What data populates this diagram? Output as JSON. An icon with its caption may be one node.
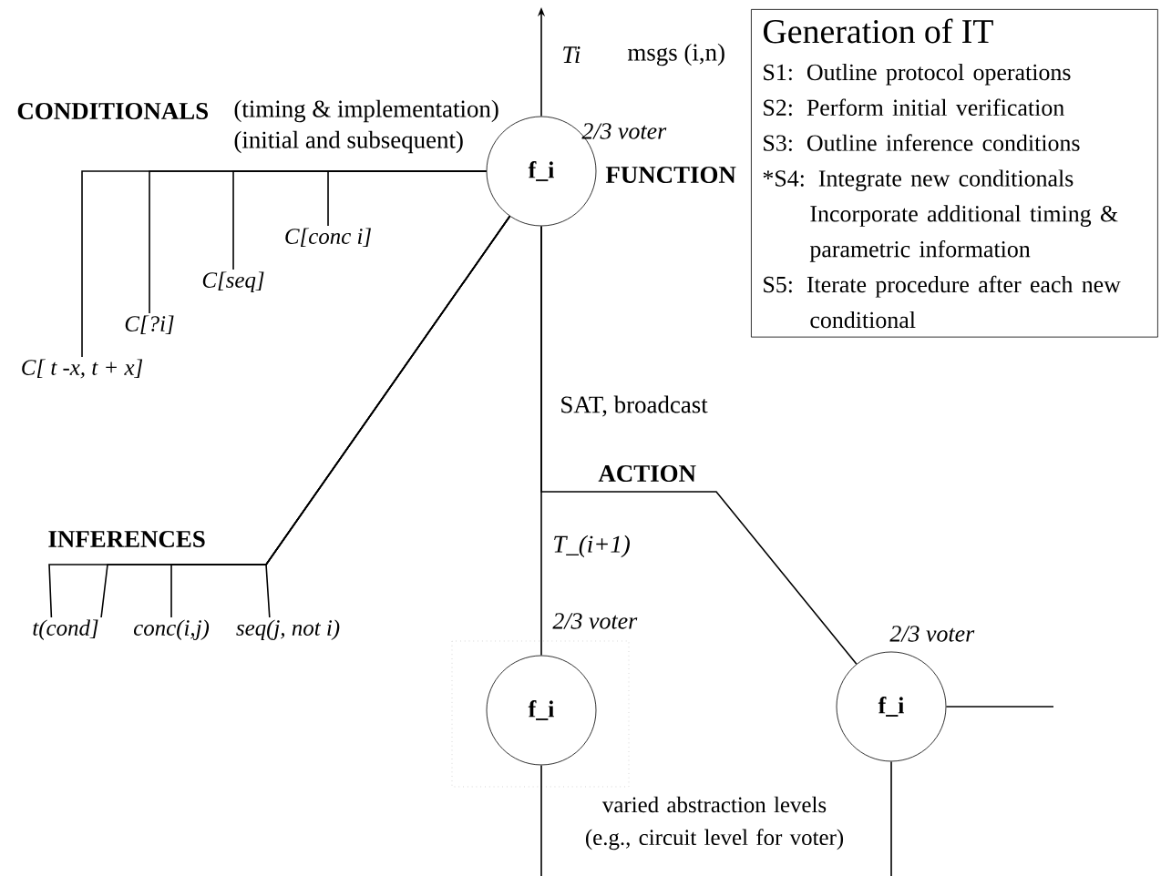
{
  "diagram": {
    "nodes": [
      {
        "text": [
          "f_i"
        ],
        "beside": [
          "2/3 voter"
        ]
      },
      {
        "text": [
          "f_i"
        ],
        "beside": [
          "2/3 voter"
        ]
      },
      {
        "text": [
          "f_i"
        ],
        "beside": [
          "2/3 voter"
        ]
      },
      {
        "text": [
          "C[ t -x, t + x]"
        ]
      },
      {
        "text": [
          "C[?i]"
        ]
      },
      {
        "text": [
          "C[seq]"
        ]
      },
      {
        "text": [
          "C[conc i]"
        ]
      },
      {
        "text": [
          "t(cond]"
        ]
      },
      {
        "text": [
          "conc(i,j)"
        ]
      },
      {
        "text": [
          "seq(j, not i)"
        ]
      },
      {
        "text": [
          "Generation of IT",
          "S1: Outline protocol operations",
          "S2: Perform initial verification",
          "S3: Outline inference conditions",
          "*S4: Integrate new conditionals Incorporate additional timing & parametric information",
          "S5: Iterate procedure after each new conditional"
        ]
      }
    ],
    "edges": [
      {
        "from": 0,
        "to": null,
        "arrow": "to"
      },
      {
        "from": 0,
        "to": 3,
        "arrow": "none"
      },
      {
        "from": 0,
        "to": 4,
        "arrow": "none"
      },
      {
        "from": 0,
        "to": 5,
        "arrow": "none"
      },
      {
        "from": 0,
        "to": 6,
        "arrow": "none"
      },
      {
        "from": 0,
        "to": 7,
        "arrow": "none"
      },
      {
        "from": 0,
        "to": 8,
        "arrow": "none"
      },
      {
        "from": 0,
        "to": 9,
        "arrow": "none"
      },
      {
        "from": 0,
        "to": 7,
        "arrow": "none"
      },
      {
        "from": 0,
        "to": 1,
        "arrow": "none"
      },
      {
        "from": 0,
        "to": 2,
        "arrow": "none"
      },
      {
        "from": 2,
        "to": null,
        "arrow": "none"
      },
      {
        "from": 2,
        "to": null,
        "arrow": "none"
      },
      {
        "from": 1,
        "to": null,
        "arrow": "none"
      }
    ],
    "labels": [
      "CONDITIONALS",
      "(timing & implementation)",
      "(initial and subsequent)",
      "Ti",
      "msgs (i,n)",
      "FUNCTION",
      "SAT, broadcast",
      "ACTION",
      "INFERENCES",
      "T_(i+1)",
      "varied abstraction levels (e.g., circuit level for voter)"
    ]
  }
}
